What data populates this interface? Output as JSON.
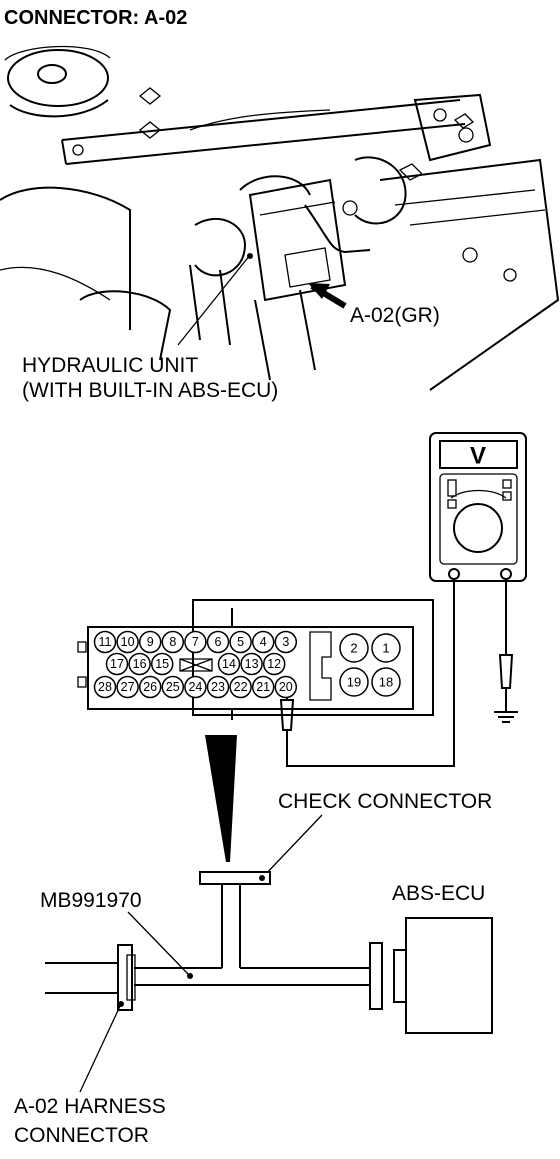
{
  "title": "CONNECTOR: A-02",
  "photo": {
    "connector_callout": "A-02(GR)",
    "unit_label_line1": "HYDRAULIC UNIT",
    "unit_label_line2": "(WITH BUILT-IN ABS-ECU)"
  },
  "meter": {
    "display_symbol": "V"
  },
  "connector_face": {
    "row1": [
      "11",
      "10",
      "9",
      "8",
      "7",
      "6",
      "5",
      "4",
      "3"
    ],
    "row2_left": [
      "17",
      "16",
      "15"
    ],
    "row2_right": [
      "14",
      "13",
      "12"
    ],
    "row3": [
      "28",
      "27",
      "26",
      "25",
      "24",
      "23",
      "22",
      "21",
      "20"
    ],
    "large_top": [
      "2",
      "1"
    ],
    "large_bottom": [
      "19",
      "18"
    ]
  },
  "schematic": {
    "check_connector_label": "CHECK CONNECTOR",
    "tool_label": "MB991970",
    "ecu_label": "ABS-ECU",
    "harness_label_line1": "A-02 HARNESS",
    "harness_label_line2": "CONNECTOR"
  }
}
